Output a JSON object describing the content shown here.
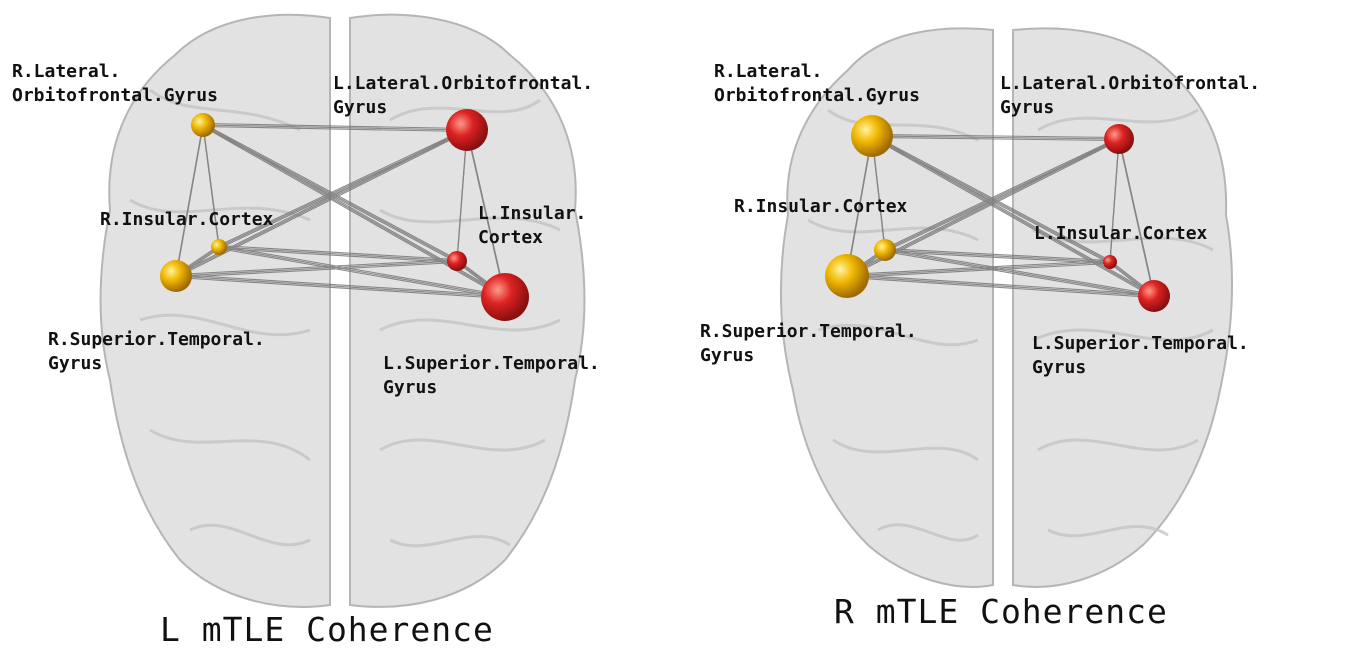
{
  "colors": {
    "right_hemisphere_node": "#f0b800",
    "left_hemisphere_node": "#dd2222",
    "edge": "#888888",
    "brain": "#d8d8d8"
  },
  "panels": [
    {
      "caption": "L mTLE Coherence",
      "nodes": [
        {
          "id": "r-lofg",
          "line1": "R.Lateral.",
          "line2": "Orbitofrontal.Gyrus",
          "hemisphere": "right"
        },
        {
          "id": "l-lofg",
          "line1": "L.Lateral.Orbitofrontal.",
          "line2": "Gyrus",
          "hemisphere": "left"
        },
        {
          "id": "r-ic",
          "line1": "R.Insular.Cortex",
          "line2": "",
          "hemisphere": "right"
        },
        {
          "id": "l-ic",
          "line1": "L.Insular.",
          "line2": "Cortex",
          "hemisphere": "left"
        },
        {
          "id": "r-stg",
          "line1": "R.Superior.Temporal.",
          "line2": "Gyrus",
          "hemisphere": "right"
        },
        {
          "id": "l-stg",
          "line1": "L.Superior.Temporal.",
          "line2": "Gyrus",
          "hemisphere": "left"
        }
      ],
      "edges": [
        [
          "r-lofg",
          "l-lofg"
        ],
        [
          "r-lofg",
          "r-ic"
        ],
        [
          "r-lofg",
          "r-stg"
        ],
        [
          "r-lofg",
          "l-ic"
        ],
        [
          "r-lofg",
          "l-stg"
        ],
        [
          "l-lofg",
          "r-ic"
        ],
        [
          "l-lofg",
          "r-stg"
        ],
        [
          "l-lofg",
          "l-ic"
        ],
        [
          "l-lofg",
          "l-stg"
        ],
        [
          "r-ic",
          "l-ic"
        ],
        [
          "r-ic",
          "l-stg"
        ],
        [
          "r-stg",
          "l-ic"
        ],
        [
          "r-stg",
          "l-stg"
        ],
        [
          "l-ic",
          "l-stg"
        ],
        [
          "r-ic",
          "r-stg"
        ]
      ]
    },
    {
      "caption": "R mTLE Coherence",
      "nodes": [
        {
          "id": "r-lofg",
          "line1": "R.Lateral.",
          "line2": "Orbitofrontal.Gyrus",
          "hemisphere": "right"
        },
        {
          "id": "l-lofg",
          "line1": "L.Lateral.Orbitofrontal.",
          "line2": "Gyrus",
          "hemisphere": "left"
        },
        {
          "id": "r-ic",
          "line1": "R.Insular.Cortex",
          "line2": "",
          "hemisphere": "right"
        },
        {
          "id": "l-ic",
          "line1": "L.Insular.Cortex",
          "line2": "",
          "hemisphere": "left"
        },
        {
          "id": "r-stg",
          "line1": "R.Superior.Temporal.",
          "line2": "Gyrus",
          "hemisphere": "right"
        },
        {
          "id": "l-stg",
          "line1": "L.Superior.Temporal.",
          "line2": "Gyrus",
          "hemisphere": "left"
        }
      ],
      "edges": [
        [
          "r-lofg",
          "l-lofg"
        ],
        [
          "r-lofg",
          "r-ic"
        ],
        [
          "r-lofg",
          "r-stg"
        ],
        [
          "r-lofg",
          "l-ic"
        ],
        [
          "r-lofg",
          "l-stg"
        ],
        [
          "l-lofg",
          "r-ic"
        ],
        [
          "l-lofg",
          "r-stg"
        ],
        [
          "l-lofg",
          "l-ic"
        ],
        [
          "l-lofg",
          "l-stg"
        ],
        [
          "r-ic",
          "l-ic"
        ],
        [
          "r-ic",
          "l-stg"
        ],
        [
          "r-stg",
          "l-ic"
        ],
        [
          "r-stg",
          "l-stg"
        ],
        [
          "l-ic",
          "l-stg"
        ],
        [
          "r-ic",
          "r-stg"
        ]
      ]
    }
  ]
}
